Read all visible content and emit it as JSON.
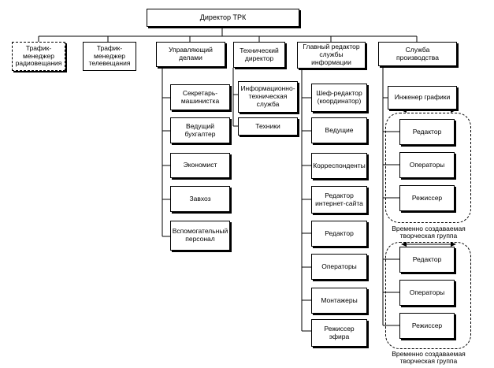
{
  "director": "Директор ТРК",
  "level1": {
    "radio": "Трафик-\nменеджер\nрадиовещания",
    "tv": "Трафик-\nменеджер\nтелевещания",
    "admin": "Управляющий\nделами",
    "tech": "Технический\nдиректор",
    "editor": "Главный редактор\nслужбы\nинформации",
    "production": "Служба\nпроизводства"
  },
  "admin_items": [
    "Секретарь-\nмашинистка",
    "Ведущий\nбухгалтер",
    "Экономист",
    "Завхоз",
    "Вспомогательный\nперсонал"
  ],
  "tech_items": [
    "Информационно-\nтехническая\nслужба",
    "Техники"
  ],
  "editor_items": [
    "Шеф-редактор\n(координатор)",
    "Ведущие",
    "Корреспонденты",
    "Редактор\nинтернет-сайта",
    "Редактор",
    "Операторы",
    "Монтажеры",
    "Режиссер\nэфира"
  ],
  "production": {
    "engineer": "Инженер графики",
    "group1": [
      "Редактор",
      "Операторы",
      "Режиссер"
    ],
    "group2": [
      "Редактор",
      "Операторы",
      "Режиссер"
    ],
    "group_caption": "Временно создаваемая\nтворческая группа"
  }
}
